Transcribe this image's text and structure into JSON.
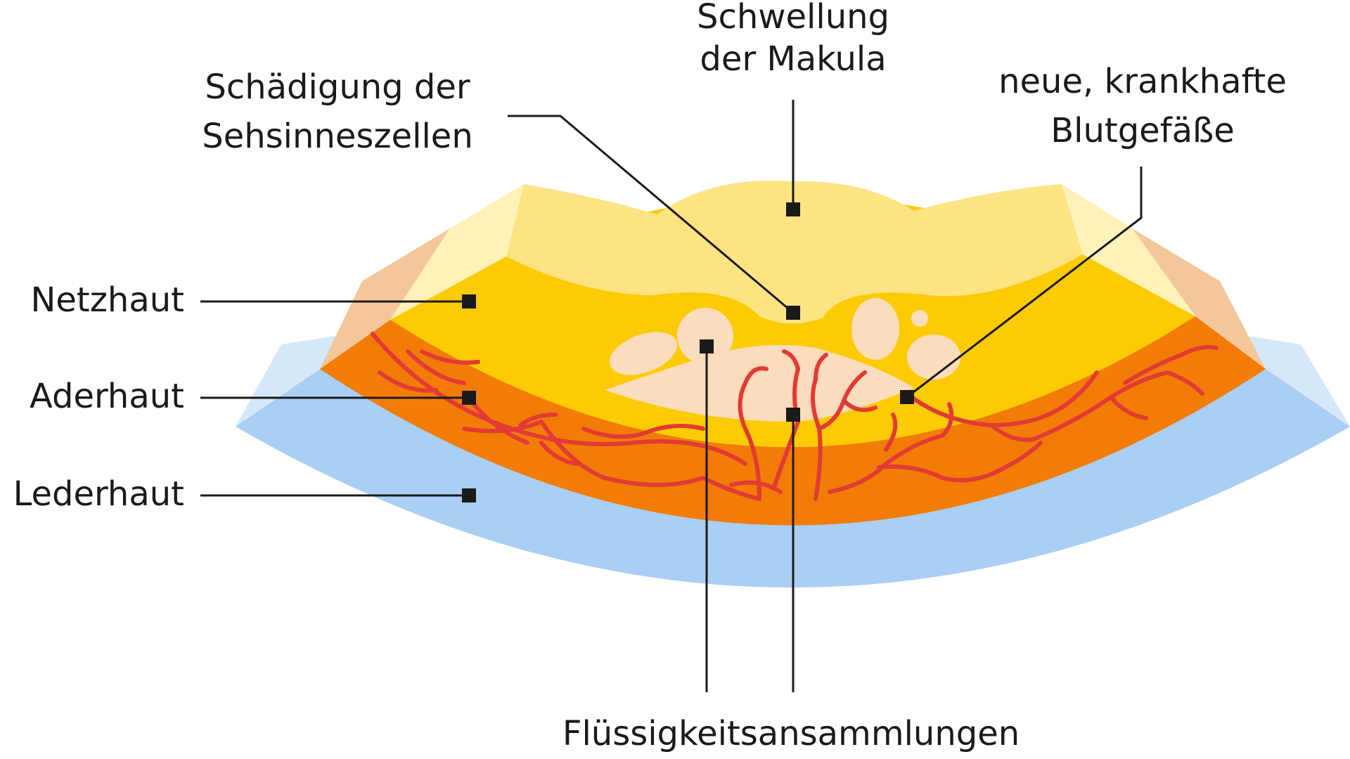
{
  "colors": {
    "sclera": "#a9cff4",
    "sclera_side": "#d5e8fa",
    "choroid": "#f27c06",
    "choroid_side": "#f4c79a",
    "retina": "#fccb04",
    "retina_top": "#fde382",
    "retina_side": "#fff1b7",
    "fluid": "#fbdcbc",
    "vessel": "#e23a35",
    "marker": "#1a1a1a"
  },
  "labels": {
    "schwellung": [
      "Schwellung",
      "der Makula"
    ],
    "schaedigung": [
      "Schädigung der",
      "Sehsinneszellen"
    ],
    "blutgefaesse": [
      "neue, krankhafte",
      "Blutgefäße"
    ],
    "netzhaut": "Netzhaut",
    "aderhaut": "Aderhaut",
    "lederhaut": "Lederhaut",
    "fluessigkeit": "Flüssigkeitsansammlungen"
  }
}
